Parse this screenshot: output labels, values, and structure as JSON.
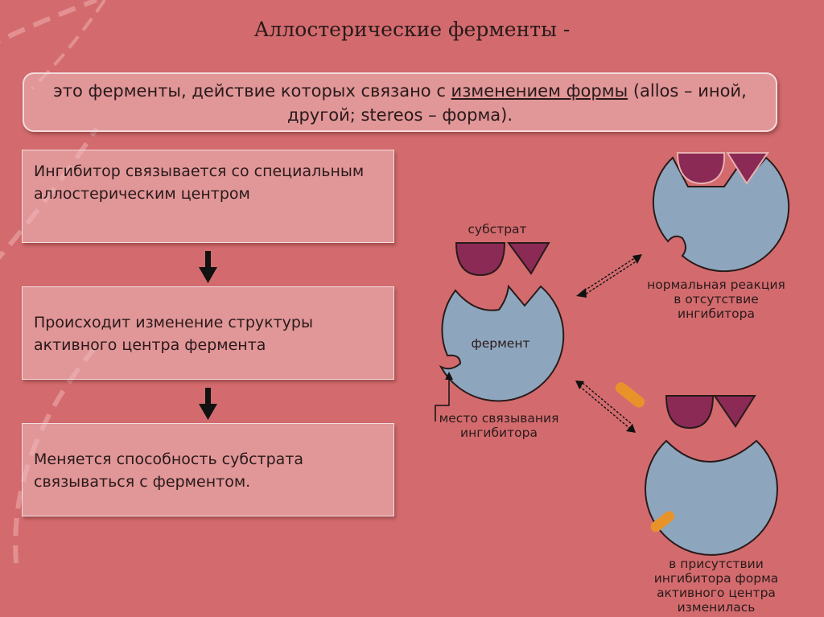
{
  "title": "Аллостерические ферменты -",
  "definition": {
    "part1": "это ферменты, действие которых связано с ",
    "underlined": "изменением формы",
    "part2": " (allos – иной, другой; stereos – форма)."
  },
  "steps": [
    "Ингибитор связывается со специальным аллостерическим центром",
    "Происходит изменение структуры активного центра фермента",
    "Меняется способность субстрата связываться с ферментом."
  ],
  "labels": {
    "substrate": "субстрат",
    "enzyme": "фермент",
    "binding_site_line1": "место связывания",
    "binding_site_line2": "ингибитора",
    "normal_line1": "нормальная реакция",
    "normal_line2": "в отсутствие",
    "normal_line3": "ингибитора",
    "inhib_line1": "в присутствии",
    "inhib_line2": "ингибитора форма",
    "inhib_line3": "активного центра",
    "inhib_line4": "изменилась"
  },
  "colors": {
    "background": "#d36b6e",
    "enzyme": "#8ea6bd",
    "substrate": "#8a2a55",
    "inhibitor": "#e8932a"
  }
}
